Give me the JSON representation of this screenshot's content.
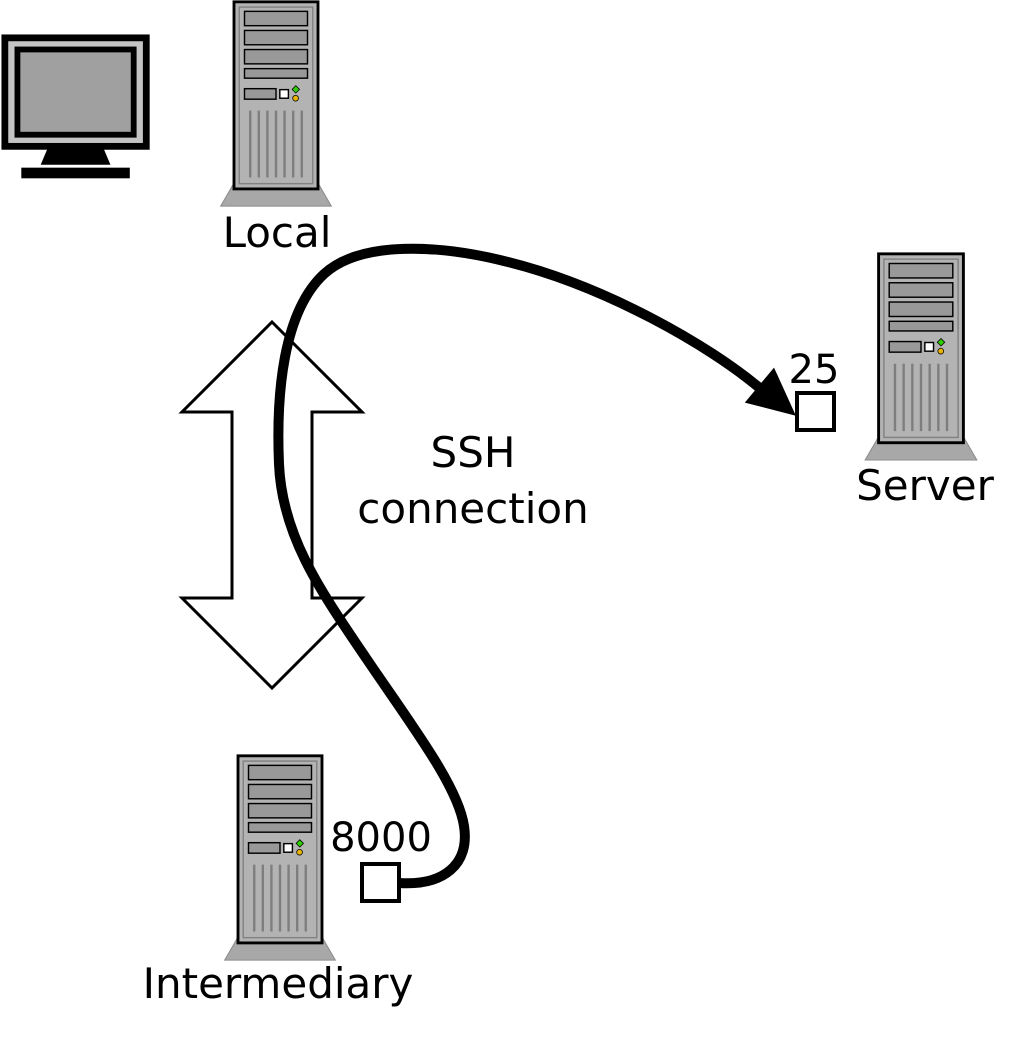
{
  "nodes": {
    "local": {
      "label": "Local"
    },
    "server": {
      "label": "Server",
      "port": "25"
    },
    "intermediary": {
      "label": "Intermediary",
      "port": "8000"
    }
  },
  "connection": {
    "ssh_line1": "SSH",
    "ssh_line2": "connection"
  },
  "colors": {
    "background": "#ffffff",
    "outline": "#000000",
    "tower_body": "#b3b3b3",
    "tower_bay": "#999999",
    "tower_base": "#a8a8a8",
    "monitor_screen": "#a0a0a0",
    "led_green": "#2ecc00",
    "led_amber": "#e8b400",
    "port_box_fill": "#ffffff"
  }
}
